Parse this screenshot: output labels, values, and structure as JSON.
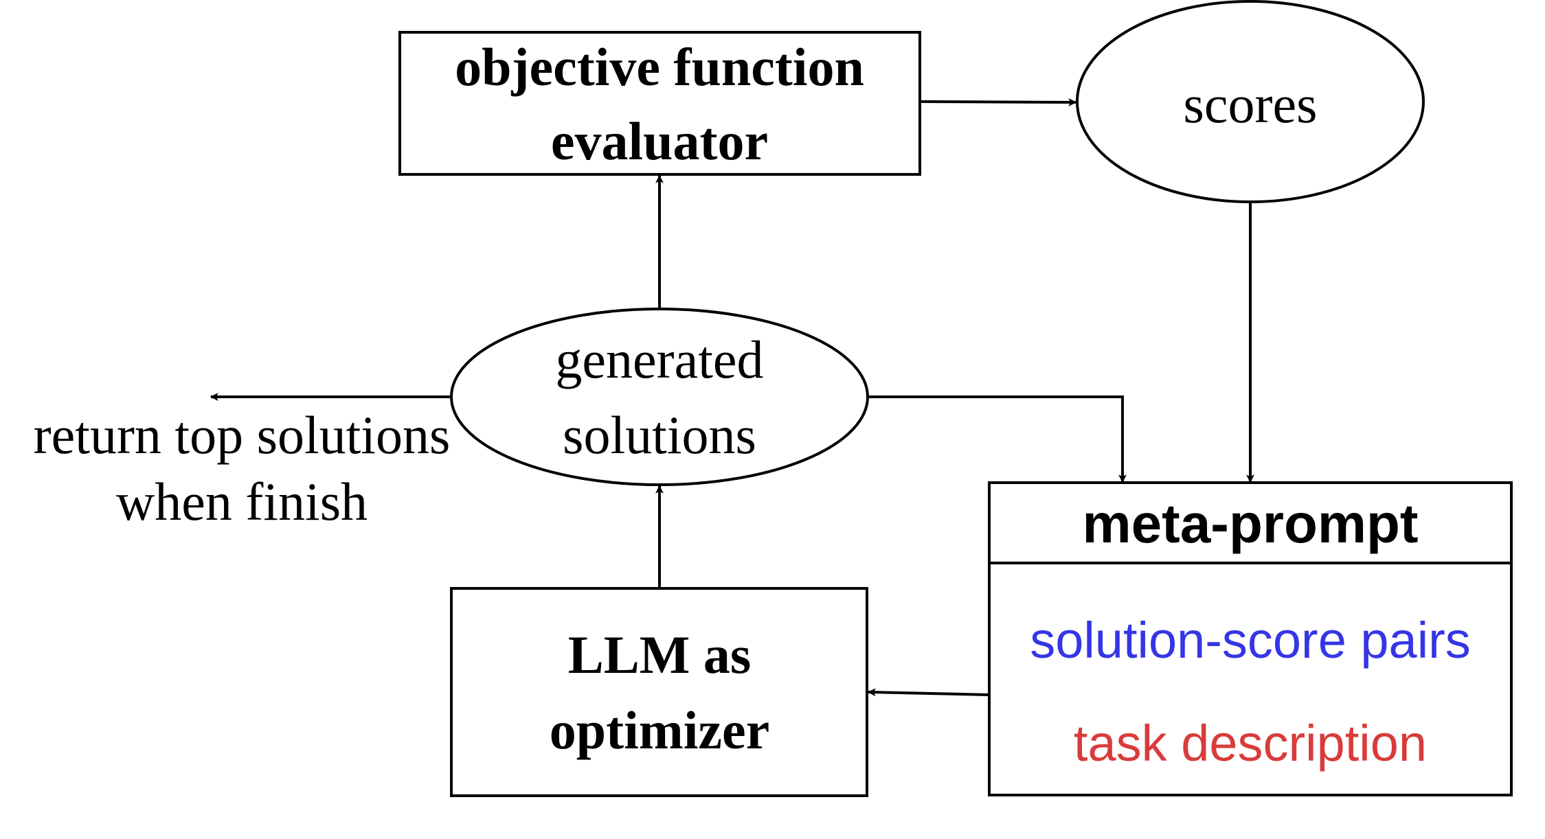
{
  "nodes": {
    "evaluator": {
      "line1": "objective function",
      "line2": "evaluator"
    },
    "scores": {
      "label": "scores"
    },
    "generated_solutions": {
      "line1": "generated",
      "line2": "solutions"
    },
    "return_label": {
      "line1": "return top solutions",
      "line2": "when finish"
    },
    "meta_prompt": {
      "title": "meta-prompt",
      "item1": "solution-score pairs",
      "item2": "task description"
    },
    "optimizer": {
      "line1": "LLM as",
      "line2": "optimizer"
    }
  },
  "colors": {
    "solution_score_pairs": "#3535e6",
    "task_description": "#d93b3b"
  }
}
